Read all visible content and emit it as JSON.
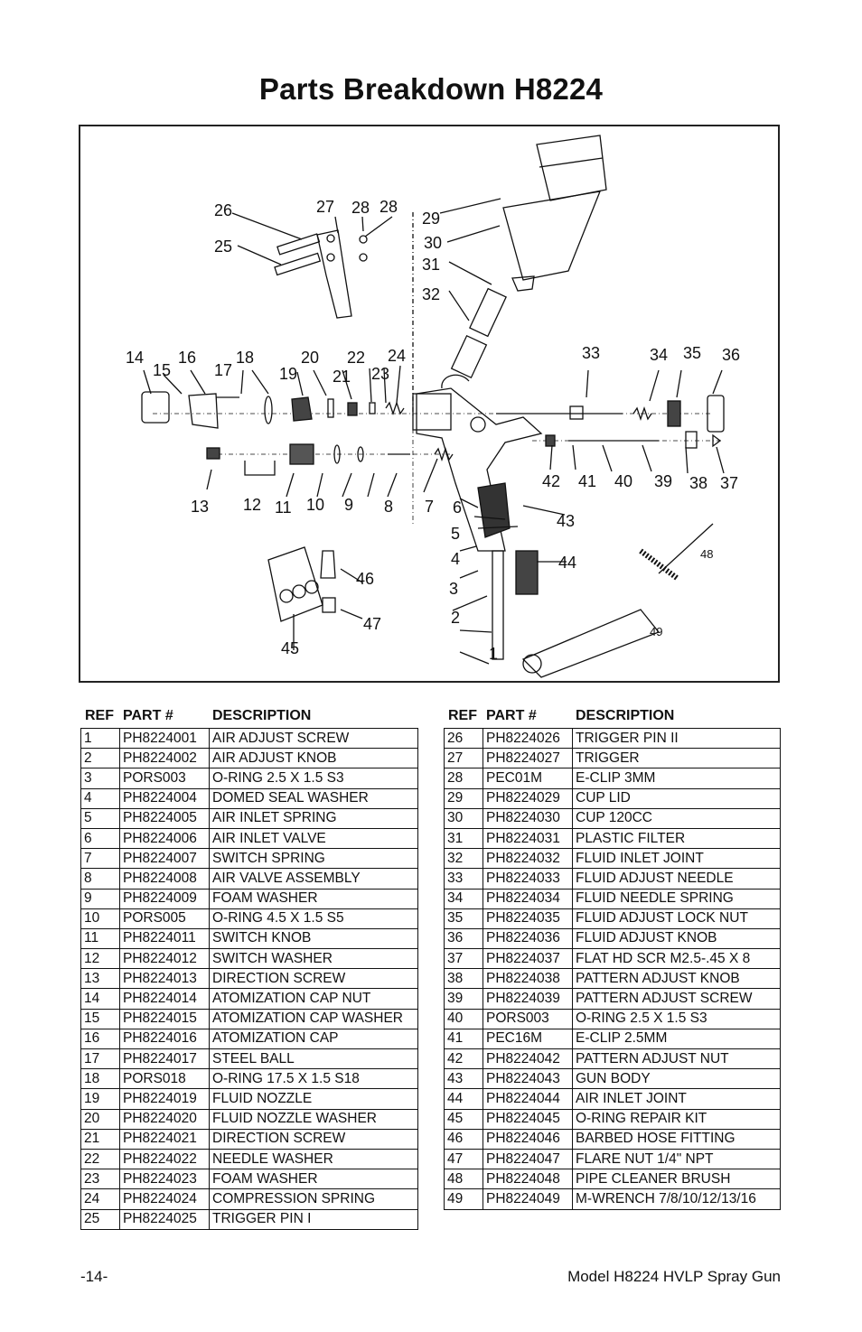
{
  "title": "Parts Breakdown H8224",
  "table_headers": {
    "ref": "REF",
    "part": "PART #",
    "description": "DESCRIPTION"
  },
  "parts_left": [
    {
      "ref": "1",
      "part": "PH8224001",
      "desc": "AIR ADJUST SCREW"
    },
    {
      "ref": "2",
      "part": "PH8224002",
      "desc": "AIR ADJUST KNOB"
    },
    {
      "ref": "3",
      "part": "PORS003",
      "desc": "O-RING 2.5 X 1.5 S3"
    },
    {
      "ref": "4",
      "part": "PH8224004",
      "desc": "DOMED SEAL WASHER"
    },
    {
      "ref": "5",
      "part": "PH8224005",
      "desc": "AIR INLET SPRING"
    },
    {
      "ref": "6",
      "part": "PH8224006",
      "desc": "AIR INLET VALVE"
    },
    {
      "ref": "7",
      "part": "PH8224007",
      "desc": "SWITCH SPRING"
    },
    {
      "ref": "8",
      "part": "PH8224008",
      "desc": "AIR VALVE ASSEMBLY"
    },
    {
      "ref": "9",
      "part": "PH8224009",
      "desc": "FOAM WASHER"
    },
    {
      "ref": "10",
      "part": "PORS005",
      "desc": "O-RING 4.5 X 1.5 S5"
    },
    {
      "ref": "11",
      "part": "PH8224011",
      "desc": "SWITCH KNOB"
    },
    {
      "ref": "12",
      "part": "PH8224012",
      "desc": "SWITCH WASHER"
    },
    {
      "ref": "13",
      "part": "PH8224013",
      "desc": "DIRECTION SCREW"
    },
    {
      "ref": "14",
      "part": "PH8224014",
      "desc": "ATOMIZATION CAP NUT"
    },
    {
      "ref": "15",
      "part": "PH8224015",
      "desc": "ATOMIZATION CAP WASHER"
    },
    {
      "ref": "16",
      "part": "PH8224016",
      "desc": "ATOMIZATION CAP"
    },
    {
      "ref": "17",
      "part": "PH8224017",
      "desc": "STEEL BALL"
    },
    {
      "ref": "18",
      "part": "PORS018",
      "desc": "O-RING 17.5 X 1.5 S18"
    },
    {
      "ref": "19",
      "part": "PH8224019",
      "desc": "FLUID NOZZLE"
    },
    {
      "ref": "20",
      "part": "PH8224020",
      "desc": "FLUID NOZZLE WASHER"
    },
    {
      "ref": "21",
      "part": "PH8224021",
      "desc": "DIRECTION SCREW"
    },
    {
      "ref": "22",
      "part": "PH8224022",
      "desc": "NEEDLE WASHER"
    },
    {
      "ref": "23",
      "part": "PH8224023",
      "desc": "FOAM WASHER"
    },
    {
      "ref": "24",
      "part": "PH8224024",
      "desc": "COMPRESSION SPRING"
    },
    {
      "ref": "25",
      "part": "PH8224025",
      "desc": "TRIGGER PIN I"
    }
  ],
  "parts_right": [
    {
      "ref": "26",
      "part": "PH8224026",
      "desc": "TRIGGER PIN II"
    },
    {
      "ref": "27",
      "part": "PH8224027",
      "desc": "TRIGGER"
    },
    {
      "ref": "28",
      "part": "PEC01M",
      "desc": "E-CLIP 3MM"
    },
    {
      "ref": "29",
      "part": "PH8224029",
      "desc": "CUP LID"
    },
    {
      "ref": "30",
      "part": "PH8224030",
      "desc": "CUP 120CC"
    },
    {
      "ref": "31",
      "part": "PH8224031",
      "desc": "PLASTIC FILTER"
    },
    {
      "ref": "32",
      "part": "PH8224032",
      "desc": "FLUID INLET JOINT"
    },
    {
      "ref": "33",
      "part": "PH8224033",
      "desc": "FLUID ADJUST NEEDLE"
    },
    {
      "ref": "34",
      "part": "PH8224034",
      "desc": "FLUID NEEDLE SPRING"
    },
    {
      "ref": "35",
      "part": "PH8224035",
      "desc": "FLUID ADJUST LOCK NUT"
    },
    {
      "ref": "36",
      "part": "PH8224036",
      "desc": "FLUID ADJUST KNOB"
    },
    {
      "ref": "37",
      "part": "PH8224037",
      "desc": "FLAT HD SCR M2.5-.45 X 8"
    },
    {
      "ref": "38",
      "part": "PH8224038",
      "desc": "PATTERN ADJUST KNOB"
    },
    {
      "ref": "39",
      "part": "PH8224039",
      "desc": "PATTERN ADJUST SCREW"
    },
    {
      "ref": "40",
      "part": "PORS003",
      "desc": "O-RING 2.5 X 1.5 S3"
    },
    {
      "ref": "41",
      "part": "PEC16M",
      "desc": "E-CLIP 2.5MM"
    },
    {
      "ref": "42",
      "part": "PH8224042",
      "desc": "PATTERN ADJUST NUT"
    },
    {
      "ref": "43",
      "part": "PH8224043",
      "desc": "GUN BODY"
    },
    {
      "ref": "44",
      "part": "PH8224044",
      "desc": "AIR INLET JOINT"
    },
    {
      "ref": "45",
      "part": "PH8224045",
      "desc": "O-RING REPAIR KIT"
    },
    {
      "ref": "46",
      "part": "PH8224046",
      "desc": "BARBED HOSE FITTING"
    },
    {
      "ref": "47",
      "part": "PH8224047",
      "desc": "FLARE NUT 1/4\" NPT"
    },
    {
      "ref": "48",
      "part": "PH8224048",
      "desc": "PIPE CLEANER BRUSH"
    },
    {
      "ref": "49",
      "part": "PH8224049",
      "desc": "M-WRENCH 7/8/10/12/13/16"
    }
  ],
  "footer": {
    "page": "-14-",
    "model": "Model H8224 HVLP Spray Gun"
  },
  "callouts": [
    "1",
    "2",
    "3",
    "4",
    "5",
    "6",
    "7",
    "8",
    "9",
    "10",
    "11",
    "12",
    "13",
    "14",
    "15",
    "16",
    "17",
    "18",
    "19",
    "20",
    "21",
    "22",
    "23",
    "24",
    "25",
    "26",
    "27",
    "28",
    "28",
    "29",
    "30",
    "31",
    "32",
    "33",
    "34",
    "35",
    "36",
    "37",
    "38",
    "39",
    "40",
    "41",
    "42",
    "43",
    "44",
    "45",
    "46",
    "47",
    "48",
    "49"
  ]
}
